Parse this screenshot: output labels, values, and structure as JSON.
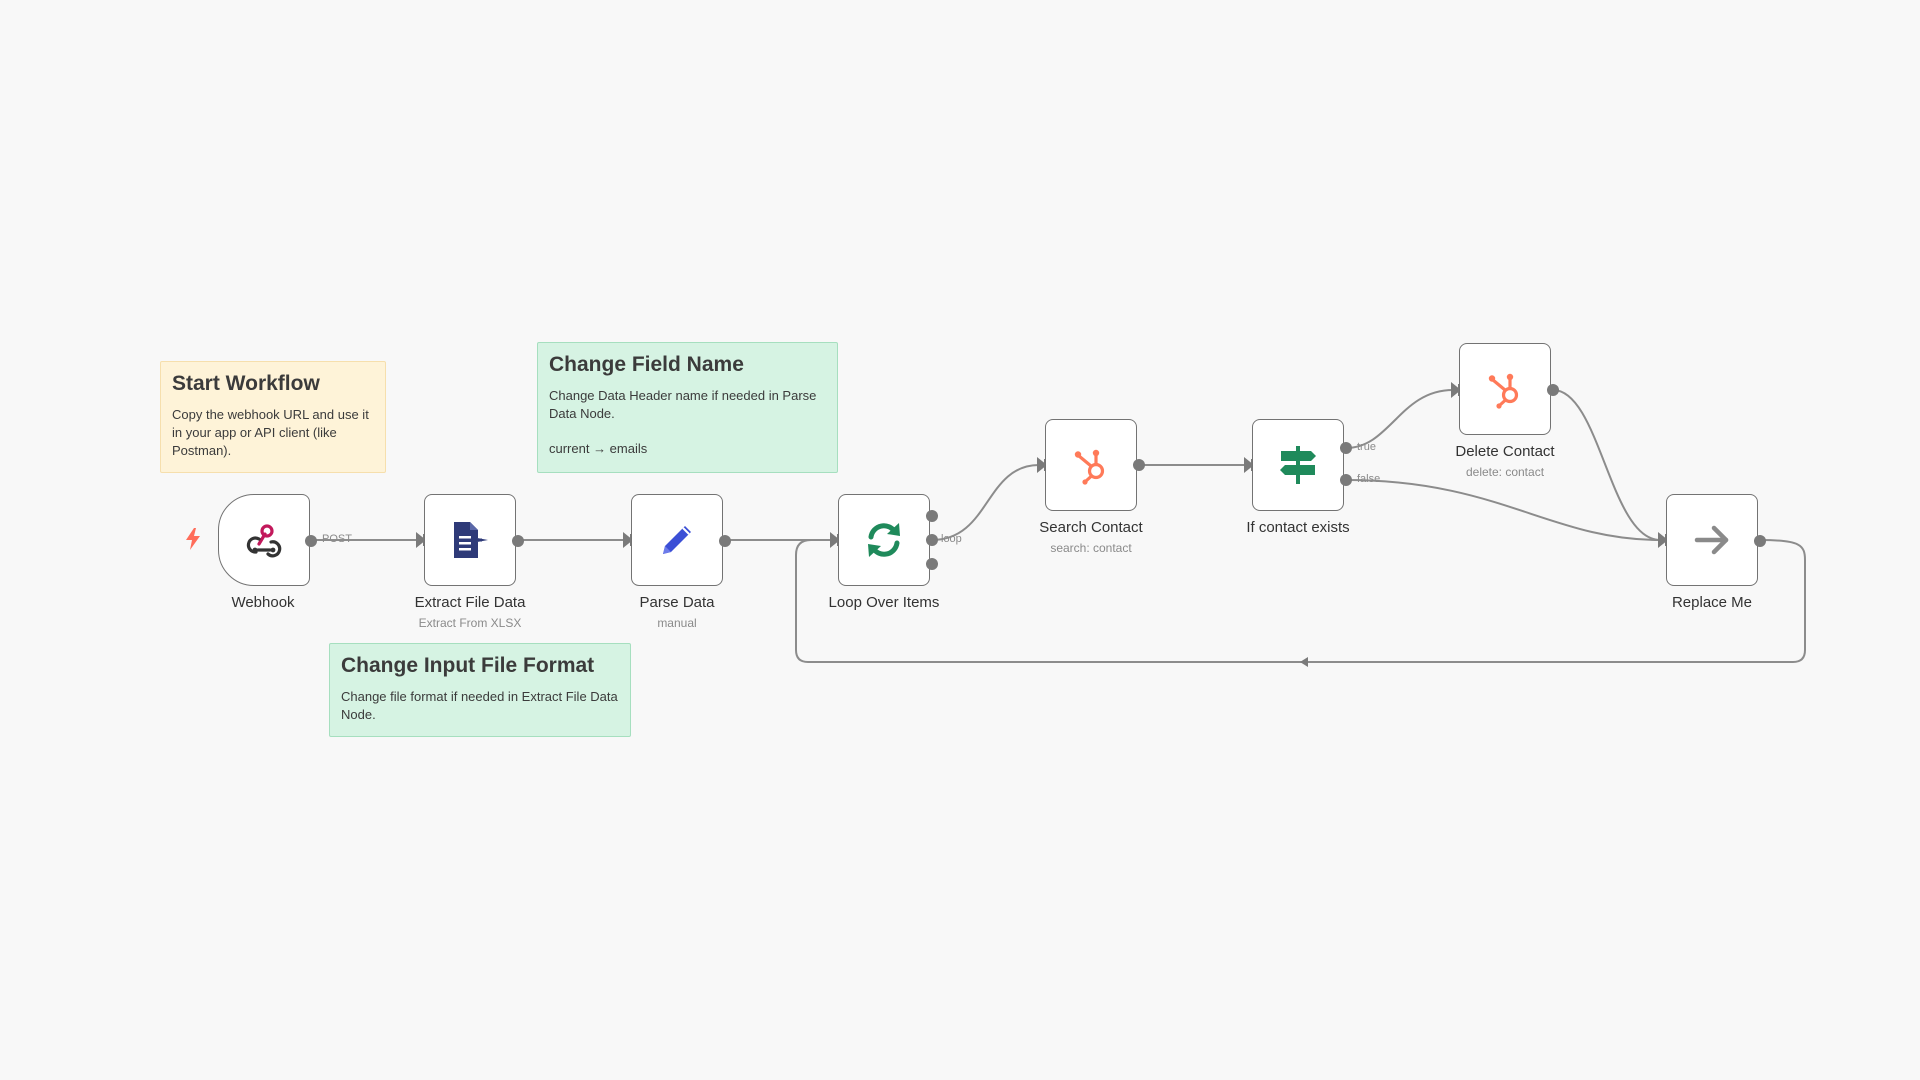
{
  "stickies": {
    "start": {
      "title": "Start Workflow",
      "body": "Copy the webhook URL and use it in your app or API client (like Postman)."
    },
    "field": {
      "title": "Change Field Name",
      "body": "Change Data Header name if needed in Parse Data Node.",
      "body2": "current → emails"
    },
    "format": {
      "title": "Change Input File Format",
      "body": "Change file format if needed in Extract File Data Node."
    }
  },
  "nodes": {
    "webhook": {
      "label": "Webhook",
      "icon": "webhook-icon"
    },
    "extract": {
      "label": "Extract File Data",
      "sub": "Extract From XLSX",
      "icon": "file-export-icon"
    },
    "parse": {
      "label": "Parse Data",
      "sub": "manual",
      "icon": "pencil-icon"
    },
    "loop": {
      "label": "Loop Over Items",
      "icon": "sync-icon"
    },
    "search": {
      "label": "Search Contact",
      "sub": "search: contact",
      "icon": "hubspot-icon"
    },
    "ifnode": {
      "label": "If contact exists",
      "icon": "signpost-icon"
    },
    "delete": {
      "label": "Delete Contact",
      "sub": "delete: contact",
      "icon": "hubspot-icon"
    },
    "replace": {
      "label": "Replace Me",
      "icon": "arrow-right-icon"
    }
  },
  "edge_labels": {
    "post": "POST",
    "loop": "loop",
    "true": "true",
    "false": "false"
  },
  "colors": {
    "canvas": "#f8f8f8",
    "edge": "#7a7a7a",
    "hubspot": "#ff7a59",
    "trigger": "#ff6d5a",
    "extract_icon": "#2e3a78",
    "parse_icon": "#3b4fd6",
    "loop_icon": "#1f8a5b",
    "if_icon": "#1f8a5b"
  }
}
